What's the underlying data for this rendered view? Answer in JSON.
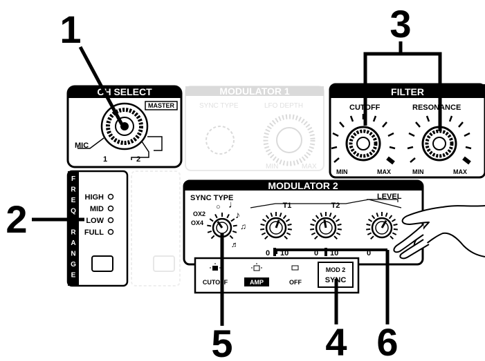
{
  "callouts": {
    "n1": "1",
    "n2": "2",
    "n3": "3",
    "n4": "4",
    "n5": "5",
    "n6": "6"
  },
  "ch_select": {
    "title": "CH SELECT",
    "master": "MASTER",
    "mic": "MIC",
    "ch1": "1",
    "ch2": "2"
  },
  "modulator1": {
    "title": "MODULATOR 1",
    "sync": "SYNC TYPE",
    "depth": "LFO DEPTH",
    "min": "MIN",
    "max": "MAX"
  },
  "filter": {
    "title": "FILTER",
    "cutoff": "CUTOFF",
    "resonance": "RESONANCE",
    "min": "MIN",
    "max": "MAX"
  },
  "freq_range": {
    "letters": [
      "F",
      "R",
      "E",
      "Q",
      "",
      "R",
      "A",
      "N",
      "G",
      "E"
    ],
    "options": [
      "HIGH",
      "MID",
      "LOW",
      "FULL"
    ]
  },
  "modulator2": {
    "title": "MODULATOR 2",
    "sync_type": "SYNC TYPE",
    "t1": "T1",
    "t2": "T2",
    "level": "LEVEL",
    "x2": "OX2",
    "x4": "OX4",
    "zero": "0",
    "ten": "10",
    "dest": {
      "cutoff": "CUTOFF",
      "amp": "AMP",
      "off": "OFF",
      "mod2": "MOD 2",
      "sync": "SYNC"
    }
  }
}
